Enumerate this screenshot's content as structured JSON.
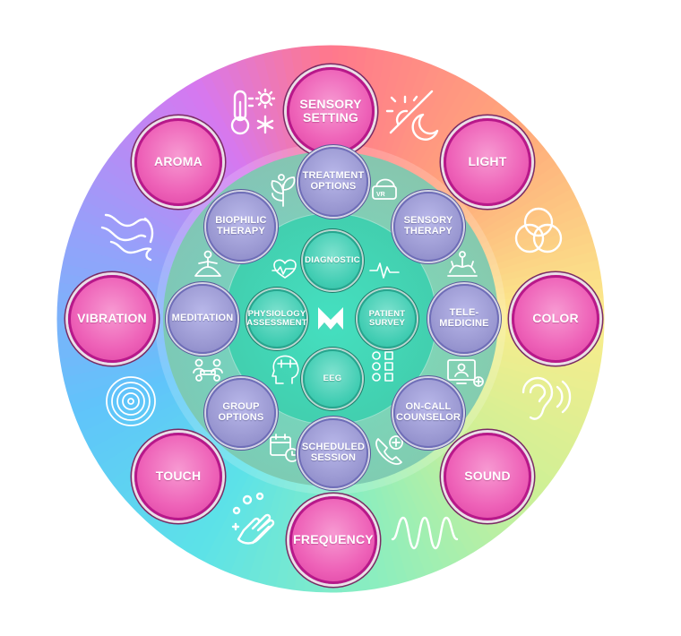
{
  "diagram": {
    "center_logo": "M",
    "outer_ring": [
      {
        "id": "sensory-setting",
        "label": "SENSORY\nSETTING"
      },
      {
        "id": "light",
        "label": "LIGHT"
      },
      {
        "id": "color",
        "label": "COLOR"
      },
      {
        "id": "sound",
        "label": "SOUND"
      },
      {
        "id": "frequency",
        "label": "FREQUENCY"
      },
      {
        "id": "touch",
        "label": "TOUCH"
      },
      {
        "id": "vibration",
        "label": "VIBRATION"
      },
      {
        "id": "aroma",
        "label": "AROMA"
      }
    ],
    "middle_ring": [
      {
        "id": "treatment-options",
        "label": "TREATMENT\nOPTIONS"
      },
      {
        "id": "sensory-therapy",
        "label": "SENSORY\nTHERAPY"
      },
      {
        "id": "tele-medicine",
        "label": "TELE-\nMEDICINE"
      },
      {
        "id": "on-call-counselor",
        "label": "ON-CALL\nCOUNSELOR"
      },
      {
        "id": "scheduled-session",
        "label": "SCHEDULED\nSESSION"
      },
      {
        "id": "group-options",
        "label": "GROUP\nOPTIONS"
      },
      {
        "id": "meditation",
        "label": "MEDITATION"
      },
      {
        "id": "biophilic-therapy",
        "label": "BIOPHILIC\nTHERAPY"
      }
    ],
    "inner_ring": [
      {
        "id": "diagnostic",
        "label": "DIAGNOSTIC"
      },
      {
        "id": "patient-survey",
        "label": "PATIENT\nSURVEY"
      },
      {
        "id": "eeg",
        "label": "EEG"
      },
      {
        "id": "physiology-assessment",
        "label": "PHYSIOLOGY\nASSESSMENT"
      }
    ],
    "icons": [
      "thermometer-sun-snow-icon",
      "sun-moon-icon",
      "color-circles-icon",
      "ear-sound-icon",
      "sine-wave-icon",
      "hand-wash-icon",
      "concentric-rings-icon",
      "aroma-wisps-icon",
      "vr-headset-icon",
      "lotus-person-icon",
      "telemedicine-screen-icon",
      "phone-plus-icon",
      "calendar-clock-icon",
      "group-meeting-icon",
      "meditation-person-icon",
      "plant-leaves-icon",
      "heartbeat-icon",
      "survey-checklist-icon",
      "head-brain-icon",
      "pulse-wave-icon"
    ],
    "colors": {
      "outer_node": "#ee62b8",
      "middle_node": "#9c9ad3",
      "inner_node": "#42cdb3",
      "middle_band": "#7fd5b5",
      "inner_band": "#45d3b7"
    }
  }
}
